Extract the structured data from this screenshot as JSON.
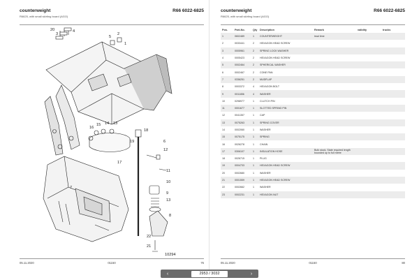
{
  "left_page": {
    "title": "counterweight",
    "subtitle": "R6625, with small skirting board (AGO)",
    "code": "R66 6022-6825",
    "footer": {
      "date": "05.11.2020",
      "code": "01150",
      "page": "76"
    },
    "diagram": {
      "callouts": [
        "20",
        "3",
        "4",
        "5",
        "2",
        "1",
        "16",
        "15",
        "14",
        "13",
        "18",
        "19",
        "6",
        "12",
        "17",
        "7",
        "11",
        "10",
        "9",
        "13",
        "8",
        "22",
        "21"
      ],
      "figure_number": "10294"
    }
  },
  "right_page": {
    "title": "counterweight",
    "subtitle": "R6625, with small skirting board (AGO)",
    "code": "R66 6022-6825",
    "footer": {
      "date": "05.11.2020",
      "code": "01150",
      "page": "80"
    },
    "table": {
      "headers": [
        "Pos.",
        "Part-No.",
        "Qty",
        "Description",
        "Remark",
        "validity",
        "trucks"
      ],
      "rows": [
        [
          "1",
          "0602489",
          "1",
          "COUNTERWEIGHT",
          "lead time",
          "",
          ""
        ],
        [
          "2",
          "0033441",
          "2",
          "HEXAGON HEAD SCREW",
          "",
          "",
          ""
        ],
        [
          "3",
          "0005961",
          "2",
          "SPRING LOCK WASHER",
          "",
          "",
          ""
        ],
        [
          "4",
          "0005423",
          "2",
          "HEXAGON HEAD SCREW",
          "",
          "",
          ""
        ],
        [
          "5",
          "0002464",
          "2",
          "SPHERICAL WASHER",
          "",
          "",
          ""
        ],
        [
          "6",
          "0002467",
          "2",
          "CONE PAN",
          "",
          "",
          ""
        ],
        [
          "7",
          "0336251",
          "2",
          "MUDFLAP",
          "",
          "",
          ""
        ],
        [
          "8",
          "0003372",
          "4",
          "HEXAGON BOLT",
          "",
          "",
          ""
        ],
        [
          "9",
          "0011856",
          "4",
          "WASHER",
          "",
          "",
          ""
        ],
        [
          "10",
          "0298977",
          "1",
          "CLUTCH PIN",
          "",
          "",
          ""
        ],
        [
          "11",
          "0001677",
          "1",
          "SLOTTED SPRING PIN",
          "",
          "",
          ""
        ],
        [
          "12",
          "0041357",
          "1",
          "CAP",
          "",
          "",
          ""
        ],
        [
          "13",
          "0075263",
          "1",
          "SPRING COVER",
          "",
          "",
          ""
        ],
        [
          "14",
          "0002060",
          "1",
          "WASHER",
          "",
          "",
          ""
        ],
        [
          "15",
          "0075175",
          "1",
          "SPRING",
          "",
          "",
          ""
        ],
        [
          "16",
          "0026278",
          "1",
          "CHAIN",
          "",
          "",
          ""
        ],
        [
          "17",
          "0306107",
          "1",
          "INSULATION HOSE",
          "Bulk stock, State required length bounded up to full metre",
          "",
          ""
        ],
        [
          "18",
          "0026715",
          "1",
          "PLUG",
          "",
          "",
          ""
        ],
        [
          "19",
          "0004733",
          "1",
          "HEXAGON HEAD SCREW",
          "",
          "",
          ""
        ],
        [
          "20",
          "0002680",
          "1",
          "WASHER",
          "",
          "",
          ""
        ],
        [
          "21",
          "0001559",
          "1",
          "HEXAGON HEAD SCREW",
          "",
          "",
          ""
        ],
        [
          "22",
          "0002662",
          "1",
          "WASHER",
          "",
          "",
          ""
        ],
        [
          "23",
          "0002231",
          "1",
          "HEXAGON NUT",
          "",
          "",
          ""
        ]
      ]
    }
  },
  "pager": {
    "current": "2953 / 3032",
    "prev_label": "‹",
    "next_label": "›"
  }
}
